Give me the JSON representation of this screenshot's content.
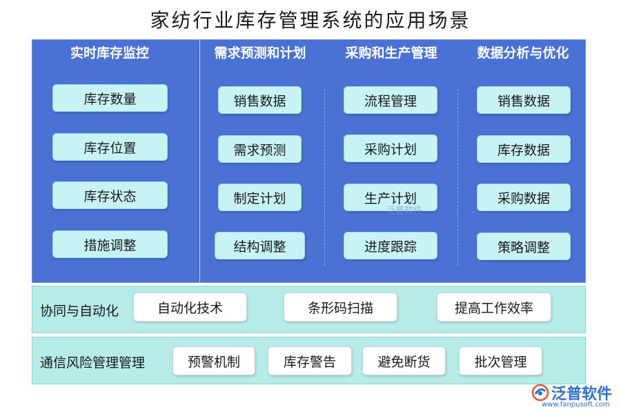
{
  "title": "家纺行业库存管理系统的应用场景",
  "columns": [
    {
      "heading": "实时库存监控",
      "items": [
        "库存数量",
        "库存位置",
        "库存状态",
        "措施调整"
      ]
    },
    {
      "heading": "需求预测和计划",
      "items": [
        "销售数据",
        "需求预测",
        "制定计划",
        "结构调整"
      ]
    },
    {
      "heading": "采购和生产管理",
      "items": [
        "流程管理",
        "采购计划",
        "生产计划",
        "进度跟踪"
      ]
    },
    {
      "heading": "数据分析与优化",
      "items": [
        "销售数据",
        "库存数据",
        "采购数据",
        "策略调整"
      ]
    }
  ],
  "bands": [
    {
      "label": "协同与自动化",
      "items": [
        "自动化技术",
        "条形码扫描",
        "提高工作效率"
      ]
    },
    {
      "label": "通信风险管理管理",
      "items": [
        "预警机制",
        "库存警告",
        "避免断货",
        "批次管理"
      ]
    }
  ],
  "watermark": "泛普软件",
  "logo": {
    "name": "泛普软件",
    "url": "www.fanpusoft.com",
    "icon": "fanpu-logo-icon",
    "accent": "#2f6fce"
  },
  "colors": {
    "panel": "#4a72d4",
    "pill": "#c8f3f4",
    "band": "#b7ebe8"
  }
}
